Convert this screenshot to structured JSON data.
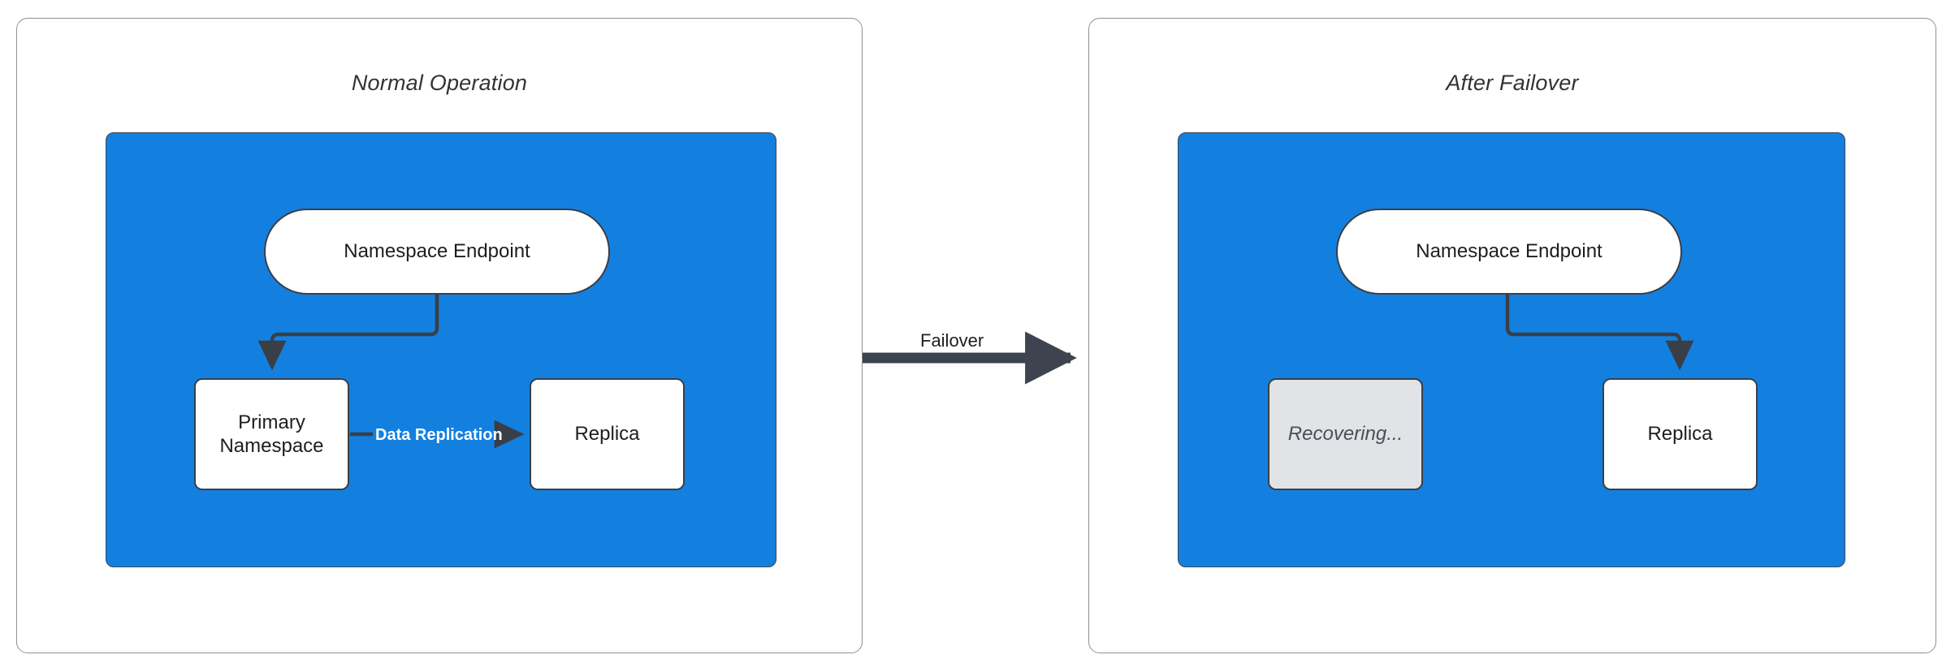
{
  "diagram": {
    "type": "flowchart",
    "background_color": "#ffffff",
    "accent_color": "#1380e0",
    "stroke_color": "#3a3f47",
    "dim_color": "#e1e3e6",
    "panels": [
      {
        "id": "normal-operation",
        "title": "Normal Operation",
        "nodes": [
          {
            "id": "ns-endpoint-left",
            "label": "Namespace Endpoint",
            "shape": "pill",
            "state": "active"
          },
          {
            "id": "primary-namespace",
            "label": "Primary\nNamespace",
            "line1": "Primary",
            "line2": "Namespace",
            "shape": "rect",
            "state": "active"
          },
          {
            "id": "replica-left",
            "label": "Replica",
            "shape": "rect",
            "state": "active"
          }
        ],
        "edges": [
          {
            "from": "ns-endpoint-left",
            "to": "primary-namespace",
            "label": "",
            "style": "elbow-arrow"
          },
          {
            "from": "primary-namespace",
            "to": "replica-left",
            "label": "Data Replication",
            "style": "straight-arrow"
          }
        ]
      },
      {
        "id": "after-failover",
        "title": "After Failover",
        "nodes": [
          {
            "id": "ns-endpoint-right",
            "label": "Namespace Endpoint",
            "shape": "pill",
            "state": "active"
          },
          {
            "id": "recovering",
            "label": "Recovering...",
            "shape": "rect",
            "state": "dimmed"
          },
          {
            "id": "replica-right",
            "label": "Replica",
            "shape": "rect",
            "state": "active"
          }
        ],
        "edges": [
          {
            "from": "ns-endpoint-right",
            "to": "replica-right",
            "label": "",
            "style": "elbow-arrow"
          }
        ]
      }
    ],
    "transition": {
      "label": "Failover",
      "from_panel": "normal-operation",
      "to_panel": "after-failover",
      "style": "thick-arrow"
    }
  }
}
